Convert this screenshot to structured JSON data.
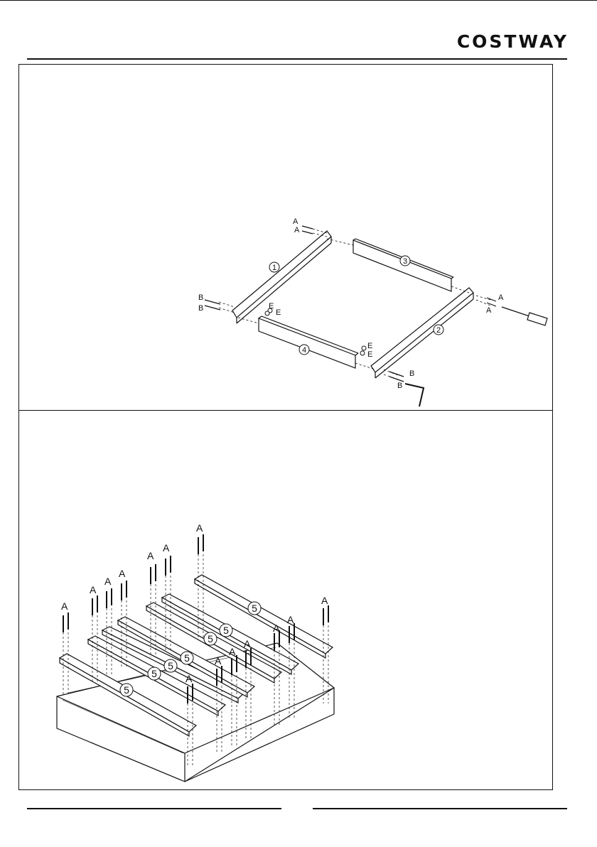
{
  "brand": {
    "logo": "COSTWAY"
  },
  "step1": {
    "parts": [
      "1",
      "2",
      "3",
      "4"
    ],
    "hardware": {
      "a": "A",
      "b": "B",
      "e": "E"
    }
  },
  "step2": {
    "slat": "5",
    "screw": "A"
  }
}
